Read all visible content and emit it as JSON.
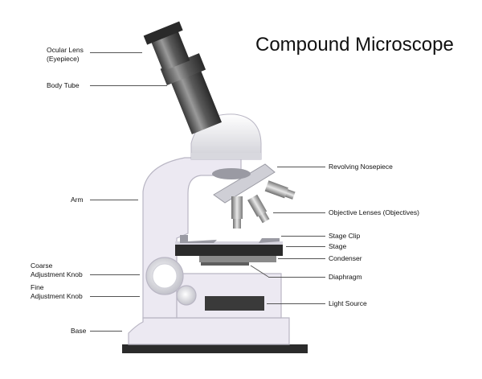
{
  "title": "Compound Microscope",
  "labels": {
    "ocular_lens": "Ocular Lens",
    "eyepiece": "(Eyepiece)",
    "body_tube": "Body Tube",
    "arm": "Arm",
    "coarse_1": "Coarse",
    "coarse_2": "Adjustment Knob",
    "fine_1": "Fine",
    "fine_2": "Adjustment Knob",
    "base": "Base",
    "revolving_nosepiece": "Revolving Nosepiece",
    "objective_lenses": "Objective Lenses (Objectives)",
    "stage_clip": "Stage Clip",
    "stage": "Stage",
    "condenser": "Condenser",
    "diaphragm": "Diaphragm",
    "light_source": "Light Source"
  },
  "colors": {
    "body": "#ece9f2",
    "outline": "#b9b6c4",
    "dark": "#2b2b2b",
    "metal": "#8a8a8a"
  }
}
